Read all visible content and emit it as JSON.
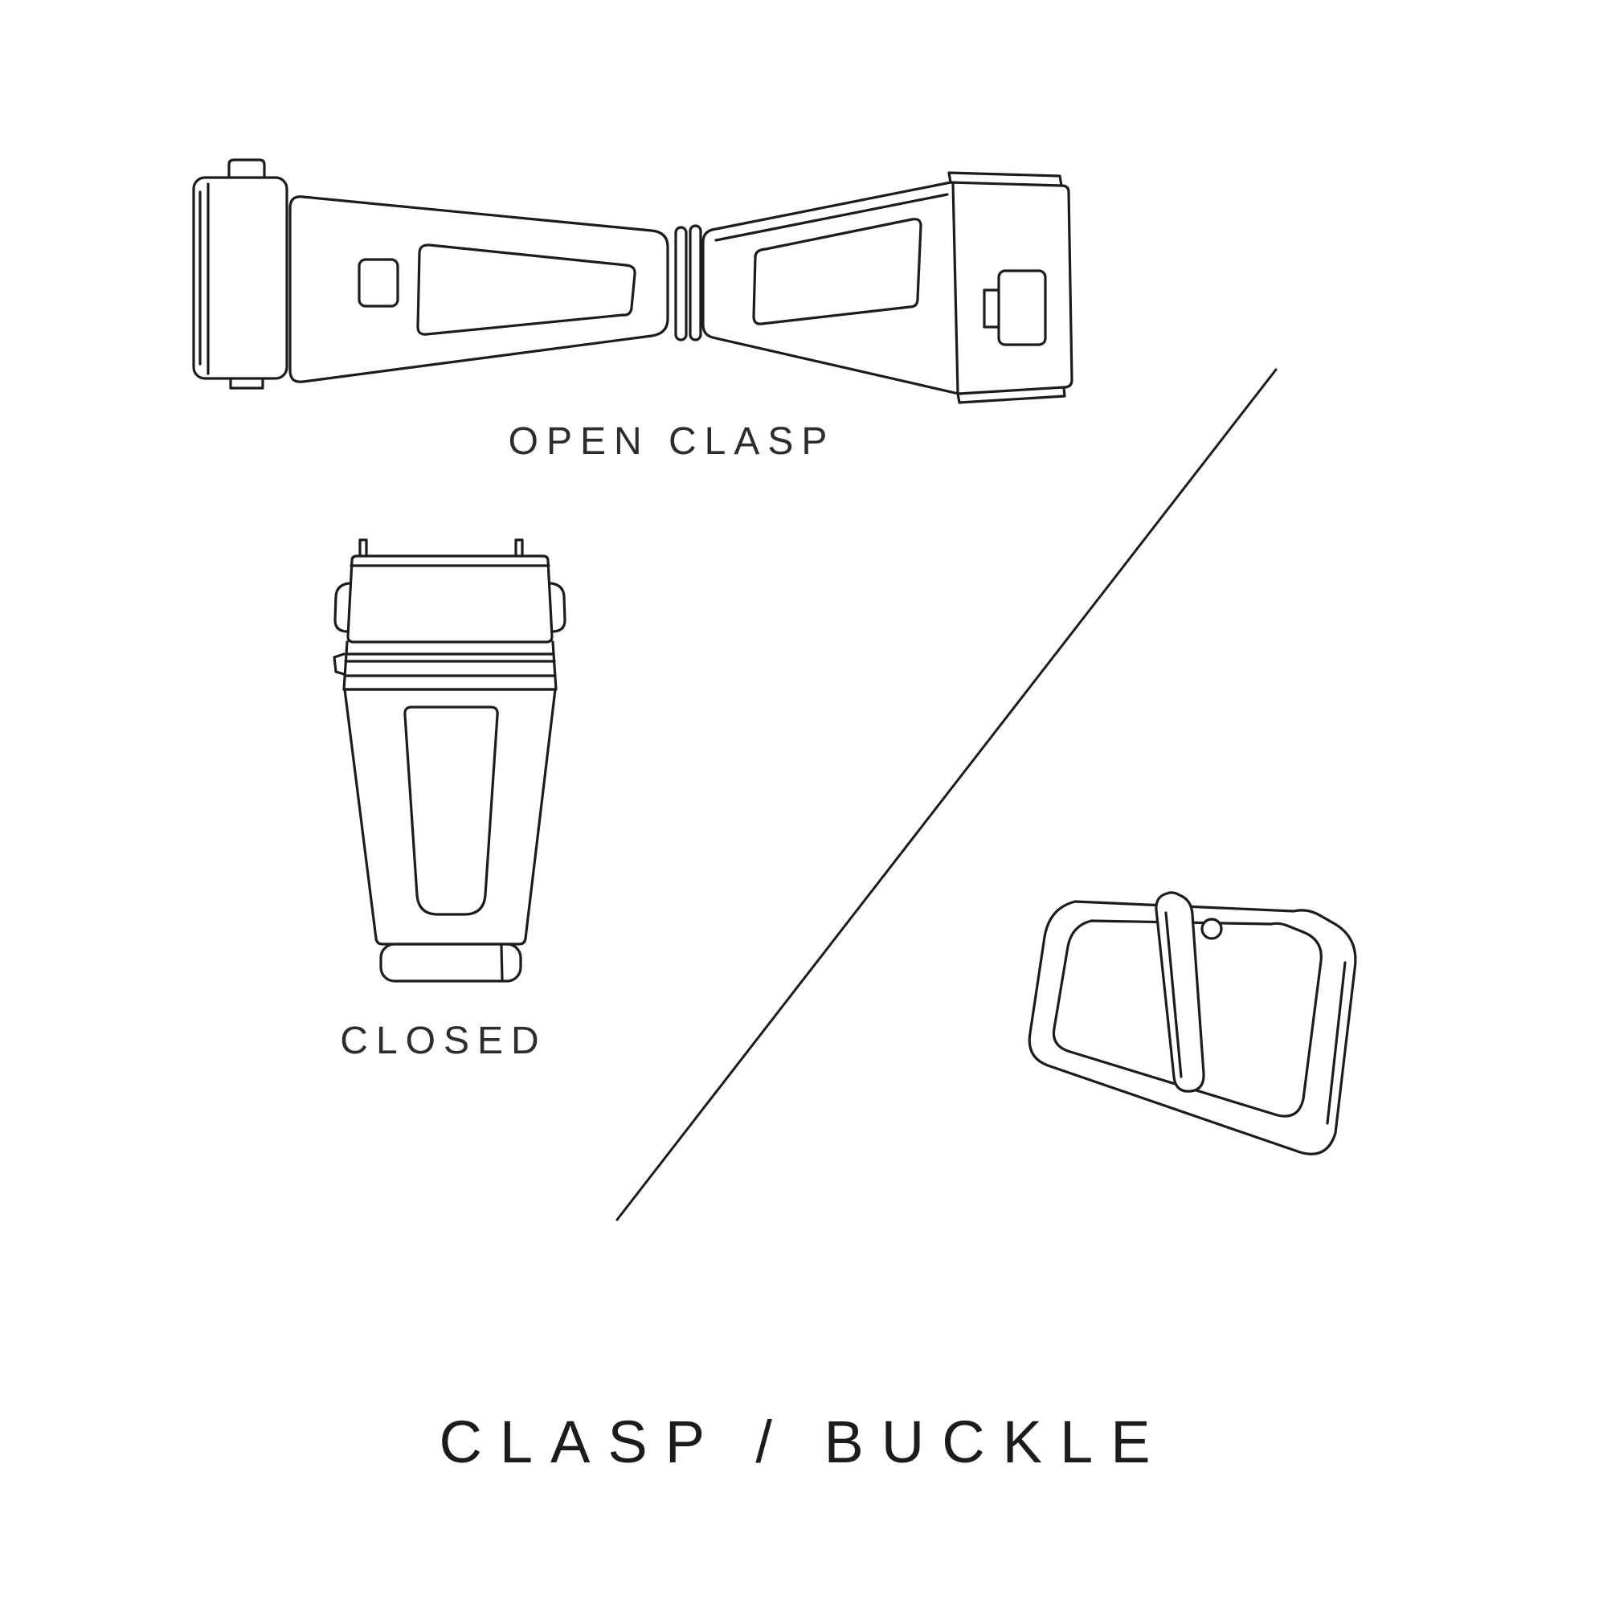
{
  "title": "CLASP / BUCKLE",
  "labels": {
    "open_clasp": "OPEN CLASP",
    "closed": "CLOSED"
  },
  "colors": {
    "background": "#ffffff",
    "line": "#1c1c1c",
    "label_text": "#2d2d2d"
  },
  "illustrations": [
    {
      "name": "open-clasp-illustration",
      "meaning": "deployant clasp shown open"
    },
    {
      "name": "closed-clasp-illustration",
      "meaning": "deployant clasp shown closed"
    },
    {
      "name": "buckle-illustration",
      "meaning": "tang buckle"
    }
  ]
}
